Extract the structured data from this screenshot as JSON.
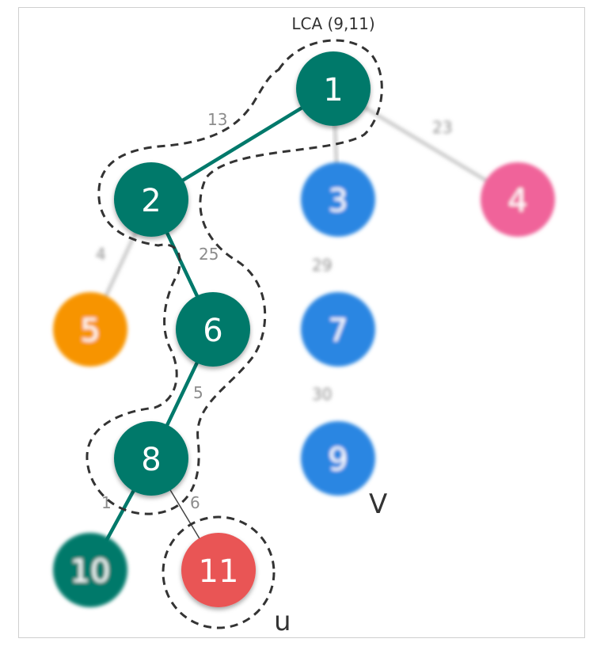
{
  "caption": "LCA (9,11)",
  "colors": {
    "path": "#00796b",
    "edge": "#c2c2c2",
    "blue": "#2a86e2",
    "pink": "#f0649a",
    "orange": "#f79400",
    "red": "#e95454",
    "outline": "#333333"
  },
  "nodes": [
    {
      "id": "1",
      "label": "1",
      "color": "path",
      "blurred": false
    },
    {
      "id": "2",
      "label": "2",
      "color": "path",
      "blurred": false
    },
    {
      "id": "3",
      "label": "3",
      "color": "blue",
      "blurred": true
    },
    {
      "id": "4",
      "label": "4",
      "color": "pink",
      "blurred": true
    },
    {
      "id": "5",
      "label": "5",
      "color": "orange",
      "blurred": true
    },
    {
      "id": "6",
      "label": "6",
      "color": "path",
      "blurred": false
    },
    {
      "id": "7",
      "label": "7",
      "color": "blue",
      "blurred": true
    },
    {
      "id": "8",
      "label": "8",
      "color": "path",
      "blurred": false
    },
    {
      "id": "9",
      "label": "9",
      "color": "blue",
      "blurred": true
    },
    {
      "id": "10",
      "label": "10",
      "color": "path",
      "blurred": true
    },
    {
      "id": "11",
      "label": "11",
      "color": "red",
      "blurred": false
    }
  ],
  "edges": [
    {
      "from": "1",
      "to": "2",
      "weight": "13",
      "style": "path"
    },
    {
      "from": "1",
      "to": "3",
      "weight": "",
      "style": "edge"
    },
    {
      "from": "1",
      "to": "4",
      "weight": "23",
      "style": "edge"
    },
    {
      "from": "2",
      "to": "5",
      "weight": "4",
      "style": "edge"
    },
    {
      "from": "2",
      "to": "6",
      "weight": "25",
      "style": "path"
    },
    {
      "from": "3",
      "to": "7",
      "weight": "29",
      "style": "blue"
    },
    {
      "from": "6",
      "to": "8",
      "weight": "5",
      "style": "path"
    },
    {
      "from": "7",
      "to": "9",
      "weight": "30",
      "style": "blue"
    },
    {
      "from": "8",
      "to": "10",
      "weight": "1",
      "style": "path"
    },
    {
      "from": "8",
      "to": "11",
      "weight": "6",
      "style": "thin"
    }
  ],
  "markers": {
    "v": "V",
    "u": "u"
  }
}
